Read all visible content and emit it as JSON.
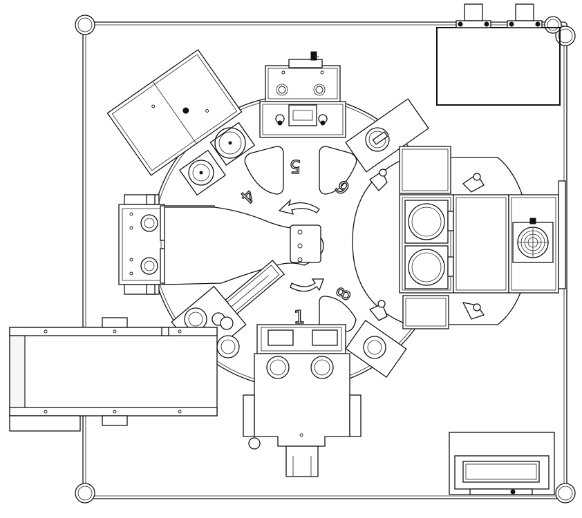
{
  "station_labels": {
    "s1": "1",
    "s4": "4",
    "s5": "5",
    "s6": "6",
    "s8": "8"
  },
  "colors": {
    "line": "#111111",
    "background": "#ffffff",
    "fill_light": "#f6f6f6"
  }
}
